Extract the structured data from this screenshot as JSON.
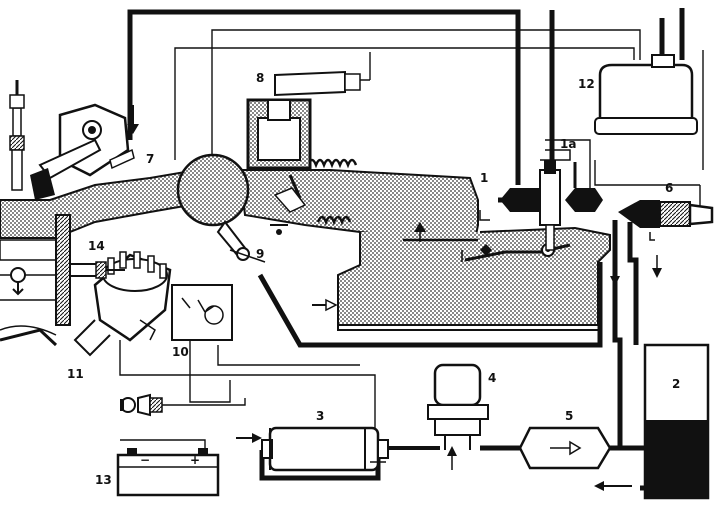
{
  "labels": {
    "n1": "1",
    "n1a": "1a",
    "n2": "2",
    "n3": "3",
    "n4": "4",
    "n5": "5",
    "n6": "6",
    "n7": "7",
    "n8": "8",
    "n9": "9",
    "n10": "10",
    "n11": "11",
    "n12": "12",
    "n13": "13",
    "n14": "14",
    "battery_minus": "−",
    "battery_plus": "+"
  },
  "colors": {
    "ink": "#111111",
    "stipple": "#b9b9b9",
    "paper": "#ffffff",
    "fuel": "#111111"
  }
}
